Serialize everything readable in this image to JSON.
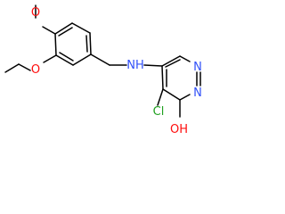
{
  "atom_labels": {
    "o_methoxy": "O",
    "o_ethoxy": "O",
    "nh": "NH",
    "n_ring_top": "N",
    "n_ring_bottom": "N",
    "cl": "Cl",
    "oh": "OH"
  },
  "colors": {
    "bond": "#000000",
    "oxygen": "#ff0d0d",
    "nitrogen": "#3050f8",
    "chlorine": "#1fa01f"
  }
}
